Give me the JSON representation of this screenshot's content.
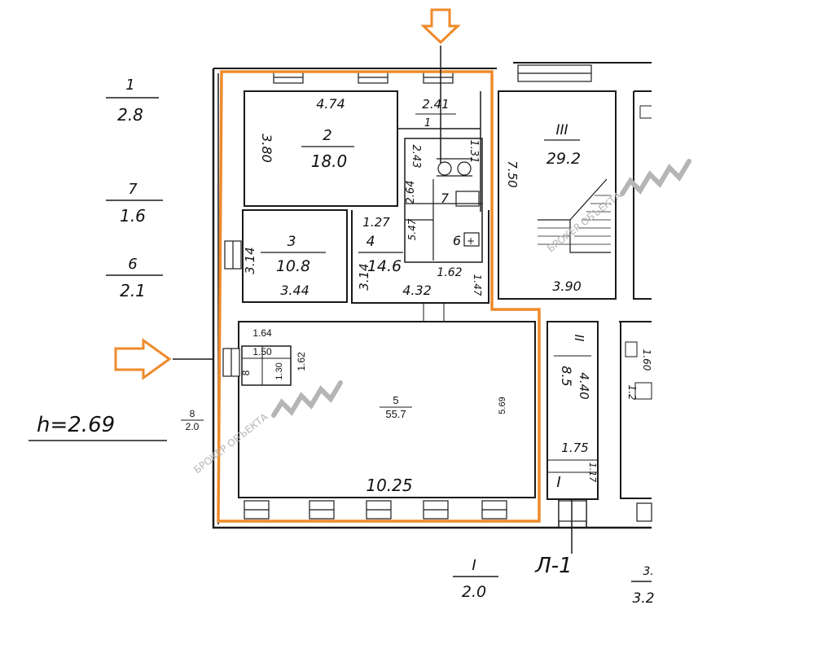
{
  "rooms": {
    "r2": {
      "number": "2",
      "area": "18.0",
      "width": "4.74",
      "depth": "3.80"
    },
    "r2b": {
      "width": "2.41",
      "mark": "1"
    },
    "r3": {
      "number": "3",
      "area": "10.8",
      "width": "3.44",
      "depth": "3.14"
    },
    "r4": {
      "number": "4",
      "area": "14.6",
      "width": "4.32",
      "depth": "3.14",
      "dim_a": "1.27",
      "dim_b": "1.62"
    },
    "r5": {
      "number": "5",
      "area": "55.7",
      "width": "10.25",
      "depth": "5.69"
    },
    "r6": {
      "number": "6"
    },
    "r7": {
      "number": "7"
    },
    "r8": {
      "number": "8",
      "dim_w": "1.64",
      "dim_a": "1.50",
      "dim_b": "1.30",
      "dim_c": "1.62"
    },
    "wc": {
      "dim_a": "2.43",
      "dim_b": "1.31",
      "dim_c": "2.64",
      "dim_d": "5.47",
      "dim_e": "1.47"
    },
    "stair3": {
      "number": "III",
      "area": "29.2",
      "width": "3.90",
      "depth": "7.50"
    },
    "stair2": {
      "number": "II",
      "area": "8.5",
      "depth": "4.40",
      "dim_a": "1.75",
      "dim_b": "1.17",
      "label_i": "I"
    },
    "right": {
      "dim_a": "1.60",
      "dim_b": "1.2"
    }
  },
  "legend": [
    {
      "num": "1",
      "val": "2.8"
    },
    {
      "num": "7",
      "val": "1.6"
    },
    {
      "num": "6",
      "val": "2.1"
    }
  ],
  "height_label": "h=2.69",
  "left_label": {
    "num": "8",
    "val": "2.0"
  },
  "bottom_label": {
    "num": "I",
    "val": "2.0"
  },
  "entrance_label": "Л-1",
  "bottom_right": {
    "num": "3.",
    "val": "3.2"
  },
  "watermark": "БРОКЕР ОБЪЕКТА",
  "colors": {
    "highlight": "#ee8a2a",
    "walls": "#1a1a1a",
    "watermark": "#b5b5b5"
  }
}
